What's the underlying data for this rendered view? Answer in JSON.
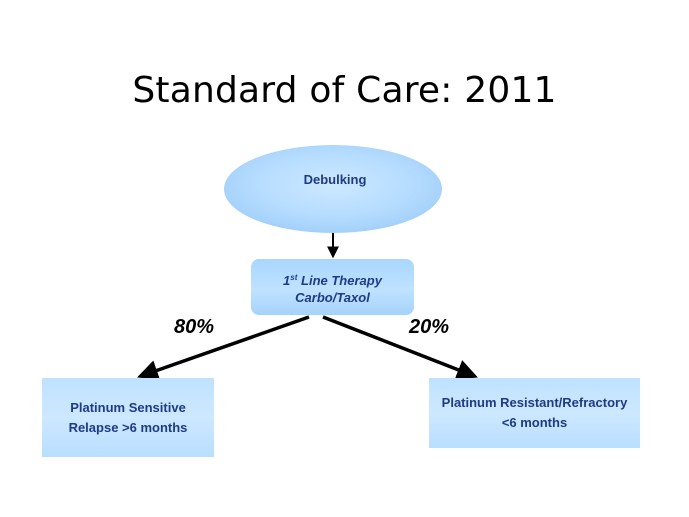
{
  "title": "Standard of Care: 2011",
  "nodes": {
    "debulking": {
      "label": "Debulking"
    },
    "first_line": {
      "ordinal_number": "1",
      "ordinal_suffix": "st",
      "label_rest": " Line Therapy",
      "drugs": "Carbo/Taxol"
    },
    "sensitive": {
      "line1": "Platinum Sensitive",
      "line2": "Relapse >6 months"
    },
    "resistant": {
      "line1": "Platinum Resistant/Refractory",
      "line2": "<6 months"
    }
  },
  "branches": {
    "left_percent": "80%",
    "right_percent": "20%"
  },
  "colors": {
    "node_fill": "#bfe2ff",
    "node_text": "#1f3a86",
    "arrow": "#000000"
  }
}
